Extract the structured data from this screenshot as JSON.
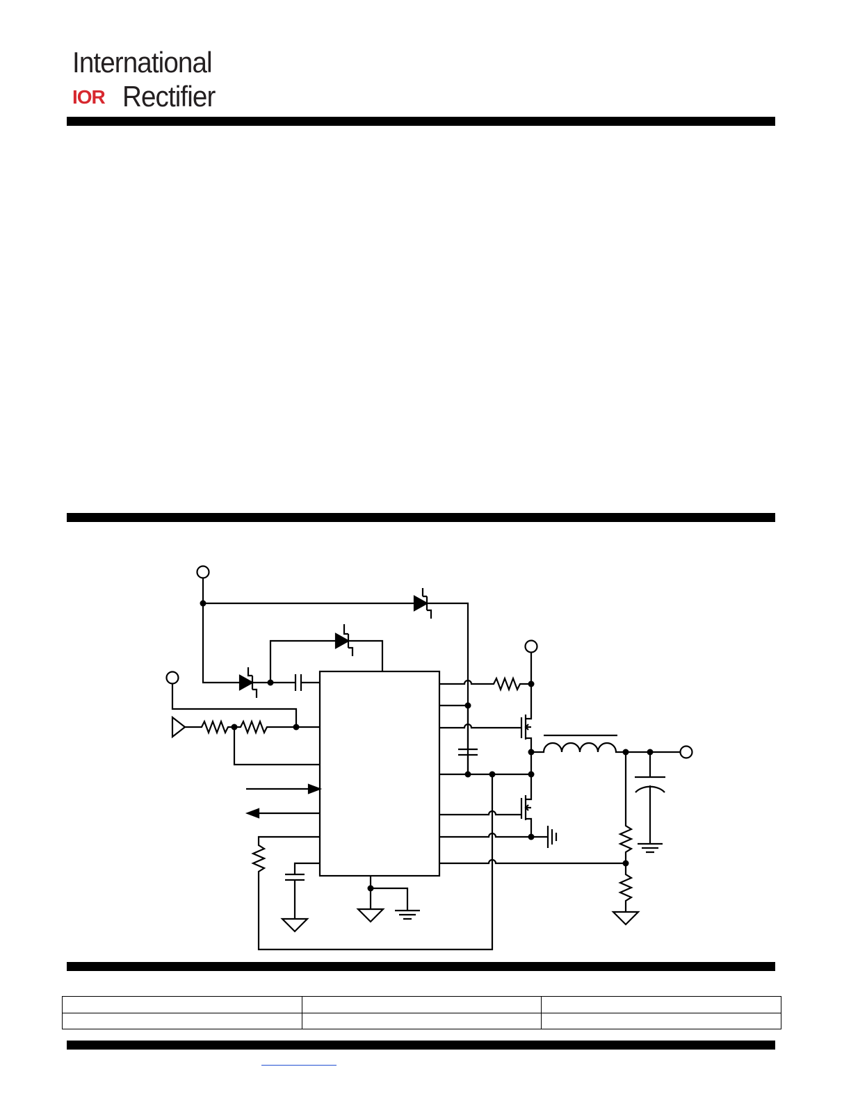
{
  "logo": {
    "line1": "International",
    "mark": "IOR",
    "line2": "Rectifier",
    "brand_color": "#d7282f"
  },
  "colors": {
    "rule": "#000000",
    "link": "#1f4fd1"
  },
  "schematic": {
    "components": [
      "pin-circle",
      "schottky-diode",
      "capacitor",
      "resistor",
      "mosfet",
      "inductor",
      "ground",
      "controller-ic"
    ]
  },
  "info_table": {
    "rows": [
      [
        "",
        "",
        ""
      ],
      [
        "",
        "",
        ""
      ]
    ]
  },
  "footer": {
    "link_text": ""
  }
}
